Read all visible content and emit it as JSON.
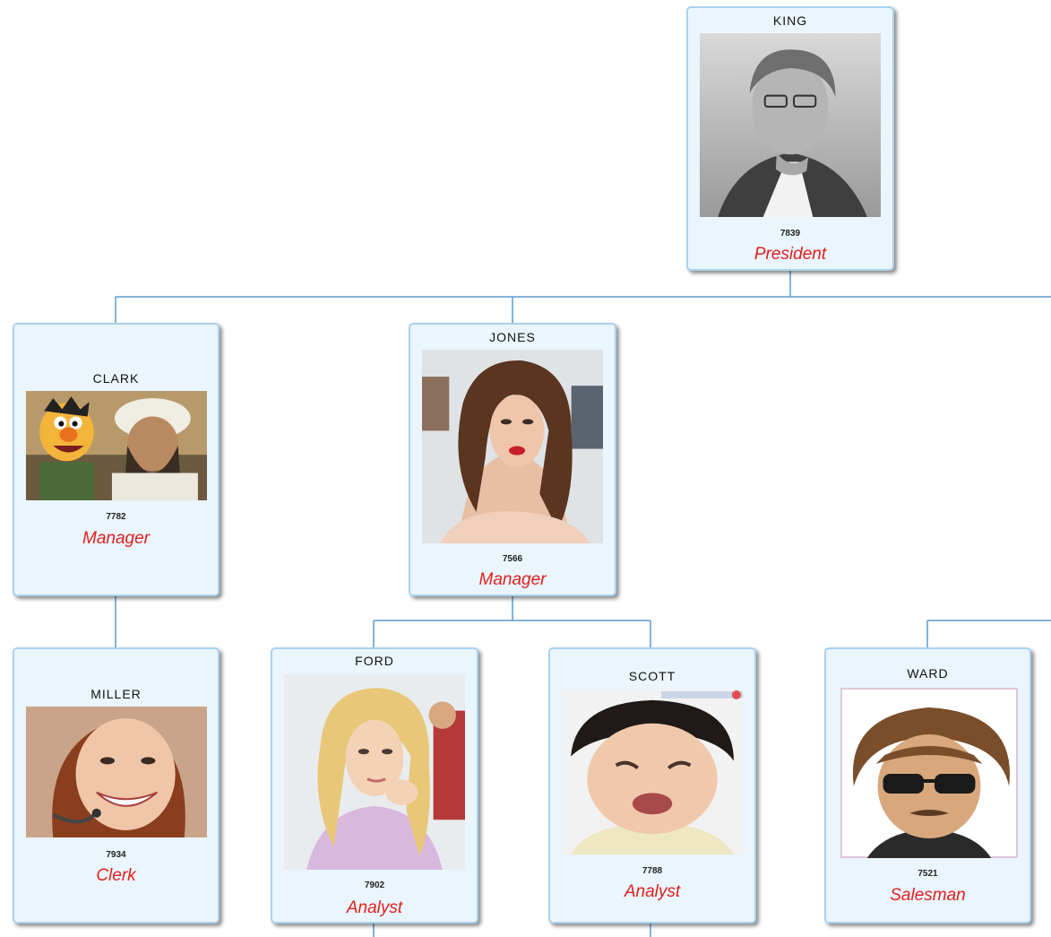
{
  "org_chart": {
    "nodes": [
      {
        "key": "king",
        "name": "KING",
        "empno": "7839",
        "job": "President",
        "photo_icon": "portrait-photo"
      },
      {
        "key": "clark",
        "name": "CLARK",
        "empno": "7782",
        "job": "Manager",
        "photo_icon": "portrait-photo"
      },
      {
        "key": "jones",
        "name": "JONES",
        "empno": "7566",
        "job": "Manager",
        "photo_icon": "portrait-photo"
      },
      {
        "key": "miller",
        "name": "MILLER",
        "empno": "7934",
        "job": "Clerk",
        "photo_icon": "portrait-photo"
      },
      {
        "key": "ford",
        "name": "FORD",
        "empno": "7902",
        "job": "Analyst",
        "photo_icon": "portrait-photo"
      },
      {
        "key": "scott",
        "name": "SCOTT",
        "empno": "7788",
        "job": "Analyst",
        "photo_icon": "portrait-photo"
      },
      {
        "key": "ward",
        "name": "WARD",
        "empno": "7521",
        "job": "Salesman",
        "photo_icon": "portrait-photo"
      }
    ],
    "colors": {
      "connector": "#5a9bd0",
      "card_background": "#eaf5fd",
      "card_border": "#a9d2ee",
      "job_title": "#e0201c"
    }
  }
}
